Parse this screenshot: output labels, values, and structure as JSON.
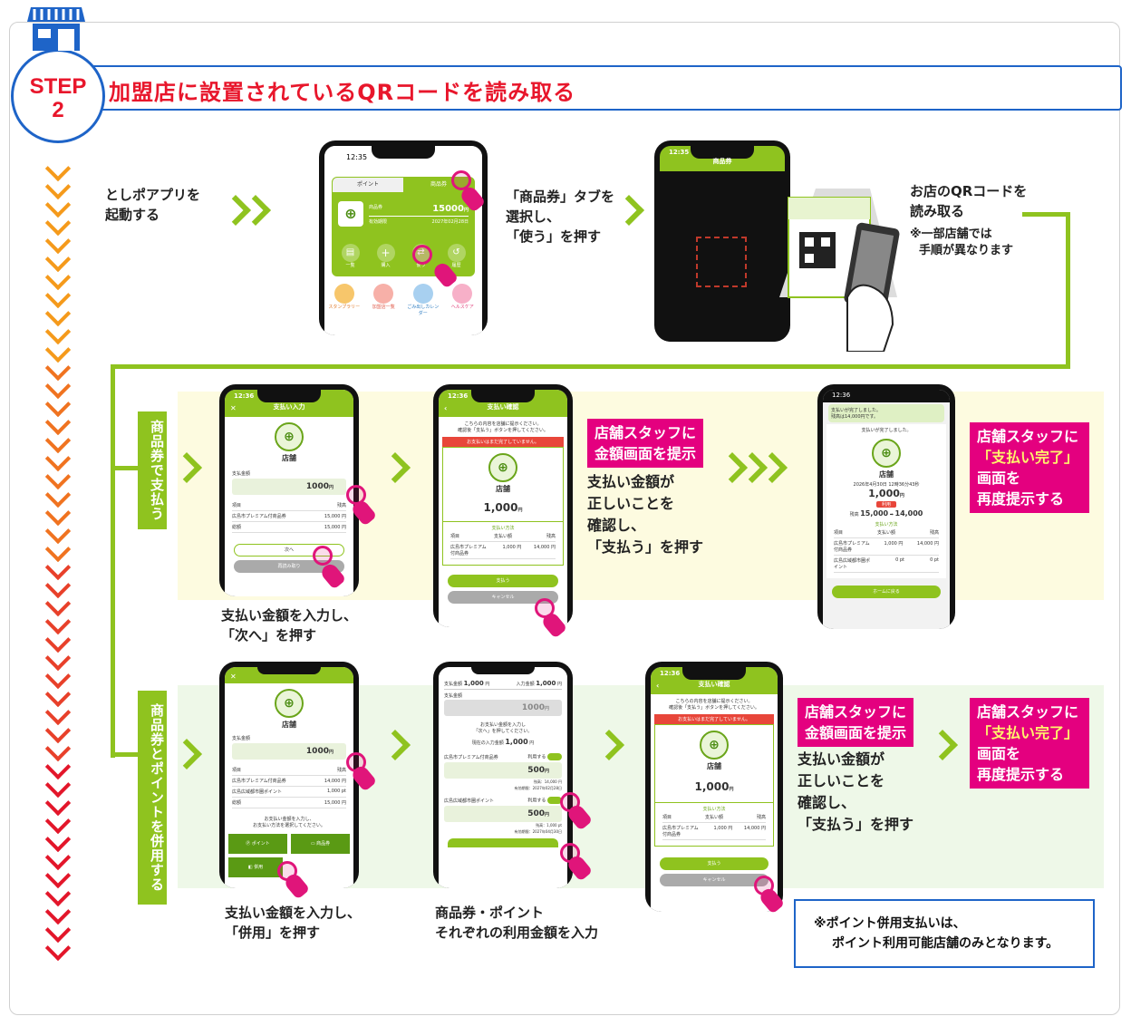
{
  "header": {
    "step_label": "STEP",
    "step_number": "2",
    "title": "加盟店に設置されているQRコードを読み取る"
  },
  "colors": {
    "brand_green": "#8fc31f",
    "accent_blue": "#1e64c8",
    "magenta": "#e4007f",
    "title_red": "#e8162b"
  },
  "row1": {
    "launch_text": [
      "としポアプリを",
      "起動する"
    ],
    "tab_text": [
      "「商品券」タブを",
      "選択し、",
      "「使う」を押す"
    ],
    "qr_text": [
      "お店のQRコードを",
      "読み取る"
    ],
    "qr_note": [
      "※一部店舗では",
      "手順が異なります"
    ]
  },
  "phone_home": {
    "time": "12:35",
    "tab_point": "ポイント",
    "tab_voucher": "商品券",
    "voucher_label": "商品券",
    "voucher_value": "15000",
    "voucher_unit": "円",
    "expiry_label": "有効期限",
    "expiry_value": "2027年02月28日",
    "actions": [
      "一覧",
      "購入",
      "使う",
      "履歴"
    ],
    "menu": [
      "スタンプラリー",
      "加盟店一覧",
      "ごみ出しカレンダー",
      "ヘルスケア"
    ]
  },
  "phone_scan": {
    "time": "12:35",
    "title": "商品券"
  },
  "section_voucher": {
    "label": "商品券で支払う",
    "input_phone": {
      "time": "12:36",
      "title": "支払い入力",
      "shop": "店舗",
      "amount_label": "支払金額",
      "amount": "1000",
      "unit": "円",
      "col_item": "項目",
      "col_balance": "残高",
      "row_name": "広島市プレミアム付商品券",
      "row_balance": "15,000 円",
      "total_label": "総額",
      "total_value": "15,000 円",
      "next_btn": "次へ",
      "reread_btn": "再読み取り"
    },
    "input_caption": [
      "支払い金額を入力し、",
      "「次へ」を押す"
    ],
    "confirm_phone": {
      "time": "12:36",
      "title": "支払い確認",
      "msg1": "こちらの内容を店舗に提示ください。",
      "msg2": "確認後「支払う」ボタンを押してください。",
      "warn": "お支払いはまだ完了していません。",
      "shop": "店舗",
      "amount": "1,000",
      "unit": "円",
      "method": "支払い方法",
      "col_item": "項目",
      "col_pay": "支払い額",
      "col_balance": "残高",
      "row_name": "広島市プレミアム付商品券",
      "row_pay": "1,000 円",
      "row_balance": "14,000 円",
      "pay_btn": "支払う",
      "cancel_btn": "キャンセル"
    },
    "staff_label": [
      "店舗スタッフに",
      "金額画面を提示"
    ],
    "confirm_caption": [
      "支払い金額が",
      "正しいことを",
      "確認し、",
      "「支払う」を押す"
    ],
    "done_phone": {
      "time": "12:36",
      "notice1": "支払いが完了しました。",
      "notice2": "残高は14,000円です。",
      "done_msg": "支払いが完了しました。",
      "shop": "店舗",
      "datetime": "2026年4月30日 12時36分43秒",
      "amount": "1,000",
      "unit": "円",
      "badge": "利用",
      "balance_label": "残高",
      "balance_before": "15,000",
      "balance_after": "14,000",
      "method": "支払い方法",
      "col_item": "項目",
      "col_pay": "支払い額",
      "col_balance": "残高",
      "row1_name": "広島市プレミアム付商品券",
      "row1_pay": "1,000 円",
      "row1_balance": "14,000 円",
      "row2_name": "広島広域都市圏ポイント",
      "row2_pay": "0 pt",
      "row2_balance": "0 pt",
      "home_btn": "ホームに戻る"
    },
    "done_label": [
      "店舗スタッフに",
      "「支払い完了」",
      "画面を",
      "再度提示する"
    ]
  },
  "section_combined": {
    "label": "商品券とポイントを併用する",
    "input_phone": {
      "shop": "店舗",
      "amount_label": "支払金額",
      "amount": "1000",
      "unit": "円",
      "col_item": "項目",
      "col_balance": "残高",
      "row1_name": "広島市プレミアム付商品券",
      "row1_balance": "14,000 円",
      "row2_name": "広島広域都市圏ポイント",
      "row2_balance": "1,000 pt",
      "total_label": "総額",
      "total_value": "15,000 円",
      "msg1": "お支払い金額を入力し、",
      "msg2": "お支払い方法を選択してください。",
      "btn_point": "ポイント",
      "btn_voucher": "商品券",
      "btn_combined": "併用"
    },
    "input_caption": [
      "支払い金額を入力し、",
      "「併用」を押す"
    ],
    "split_phone": {
      "pay_label": "支払金額",
      "pay_value": "1,000",
      "input_label": "入力金額",
      "input_value": "1,000",
      "unit": "円",
      "amount_label": "支払金額",
      "amount": "1000",
      "msg1": "お支払い金額を入力し",
      "msg2": "「次へ」を押してください。",
      "current_label": "現在の入力金額",
      "current_value": "1,000",
      "v_name": "広島市プレミアム付商品券",
      "use_label": "利用する",
      "v_amount": "500",
      "v_balance": "残高：14,000 円",
      "v_expiry": "有効期限：2027年02月28日",
      "p_name": "広島広域都市圏ポイント",
      "p_amount": "500",
      "p_balance": "残高：1,000 pt",
      "p_expiry": "有効期限：2027年04月30日"
    },
    "split_caption": [
      "商品券・ポイント",
      "それぞれの利用金額を入力"
    ],
    "confirm_phone": {
      "time": "12:36",
      "title": "支払い確認",
      "msg1": "こちらの内容を店舗に提示ください。",
      "msg2": "確認後「支払う」ボタンを押してください。",
      "warn": "お支払いはまだ完了していません。",
      "shop": "店舗",
      "amount": "1,000",
      "unit": "円",
      "method": "支払い方法",
      "col_item": "項目",
      "col_pay": "支払い額",
      "col_balance": "残高",
      "row_name": "広島市プレミアム付商品券",
      "row_pay": "1,000 円",
      "row_balance": "14,000 円",
      "pay_btn": "支払う",
      "cancel_btn": "キャンセル"
    },
    "staff_label": [
      "店舗スタッフに",
      "金額画面を提示"
    ],
    "confirm_caption": [
      "支払い金額が",
      "正しいことを",
      "確認し、",
      "「支払う」を押す"
    ],
    "done_label": [
      "店舗スタッフに",
      "「支払い完了」",
      "画面を",
      "再度提示する"
    ],
    "note": [
      "※ポイント併用支払いは、",
      "ポイント利用可能店舗のみとなります。"
    ]
  }
}
